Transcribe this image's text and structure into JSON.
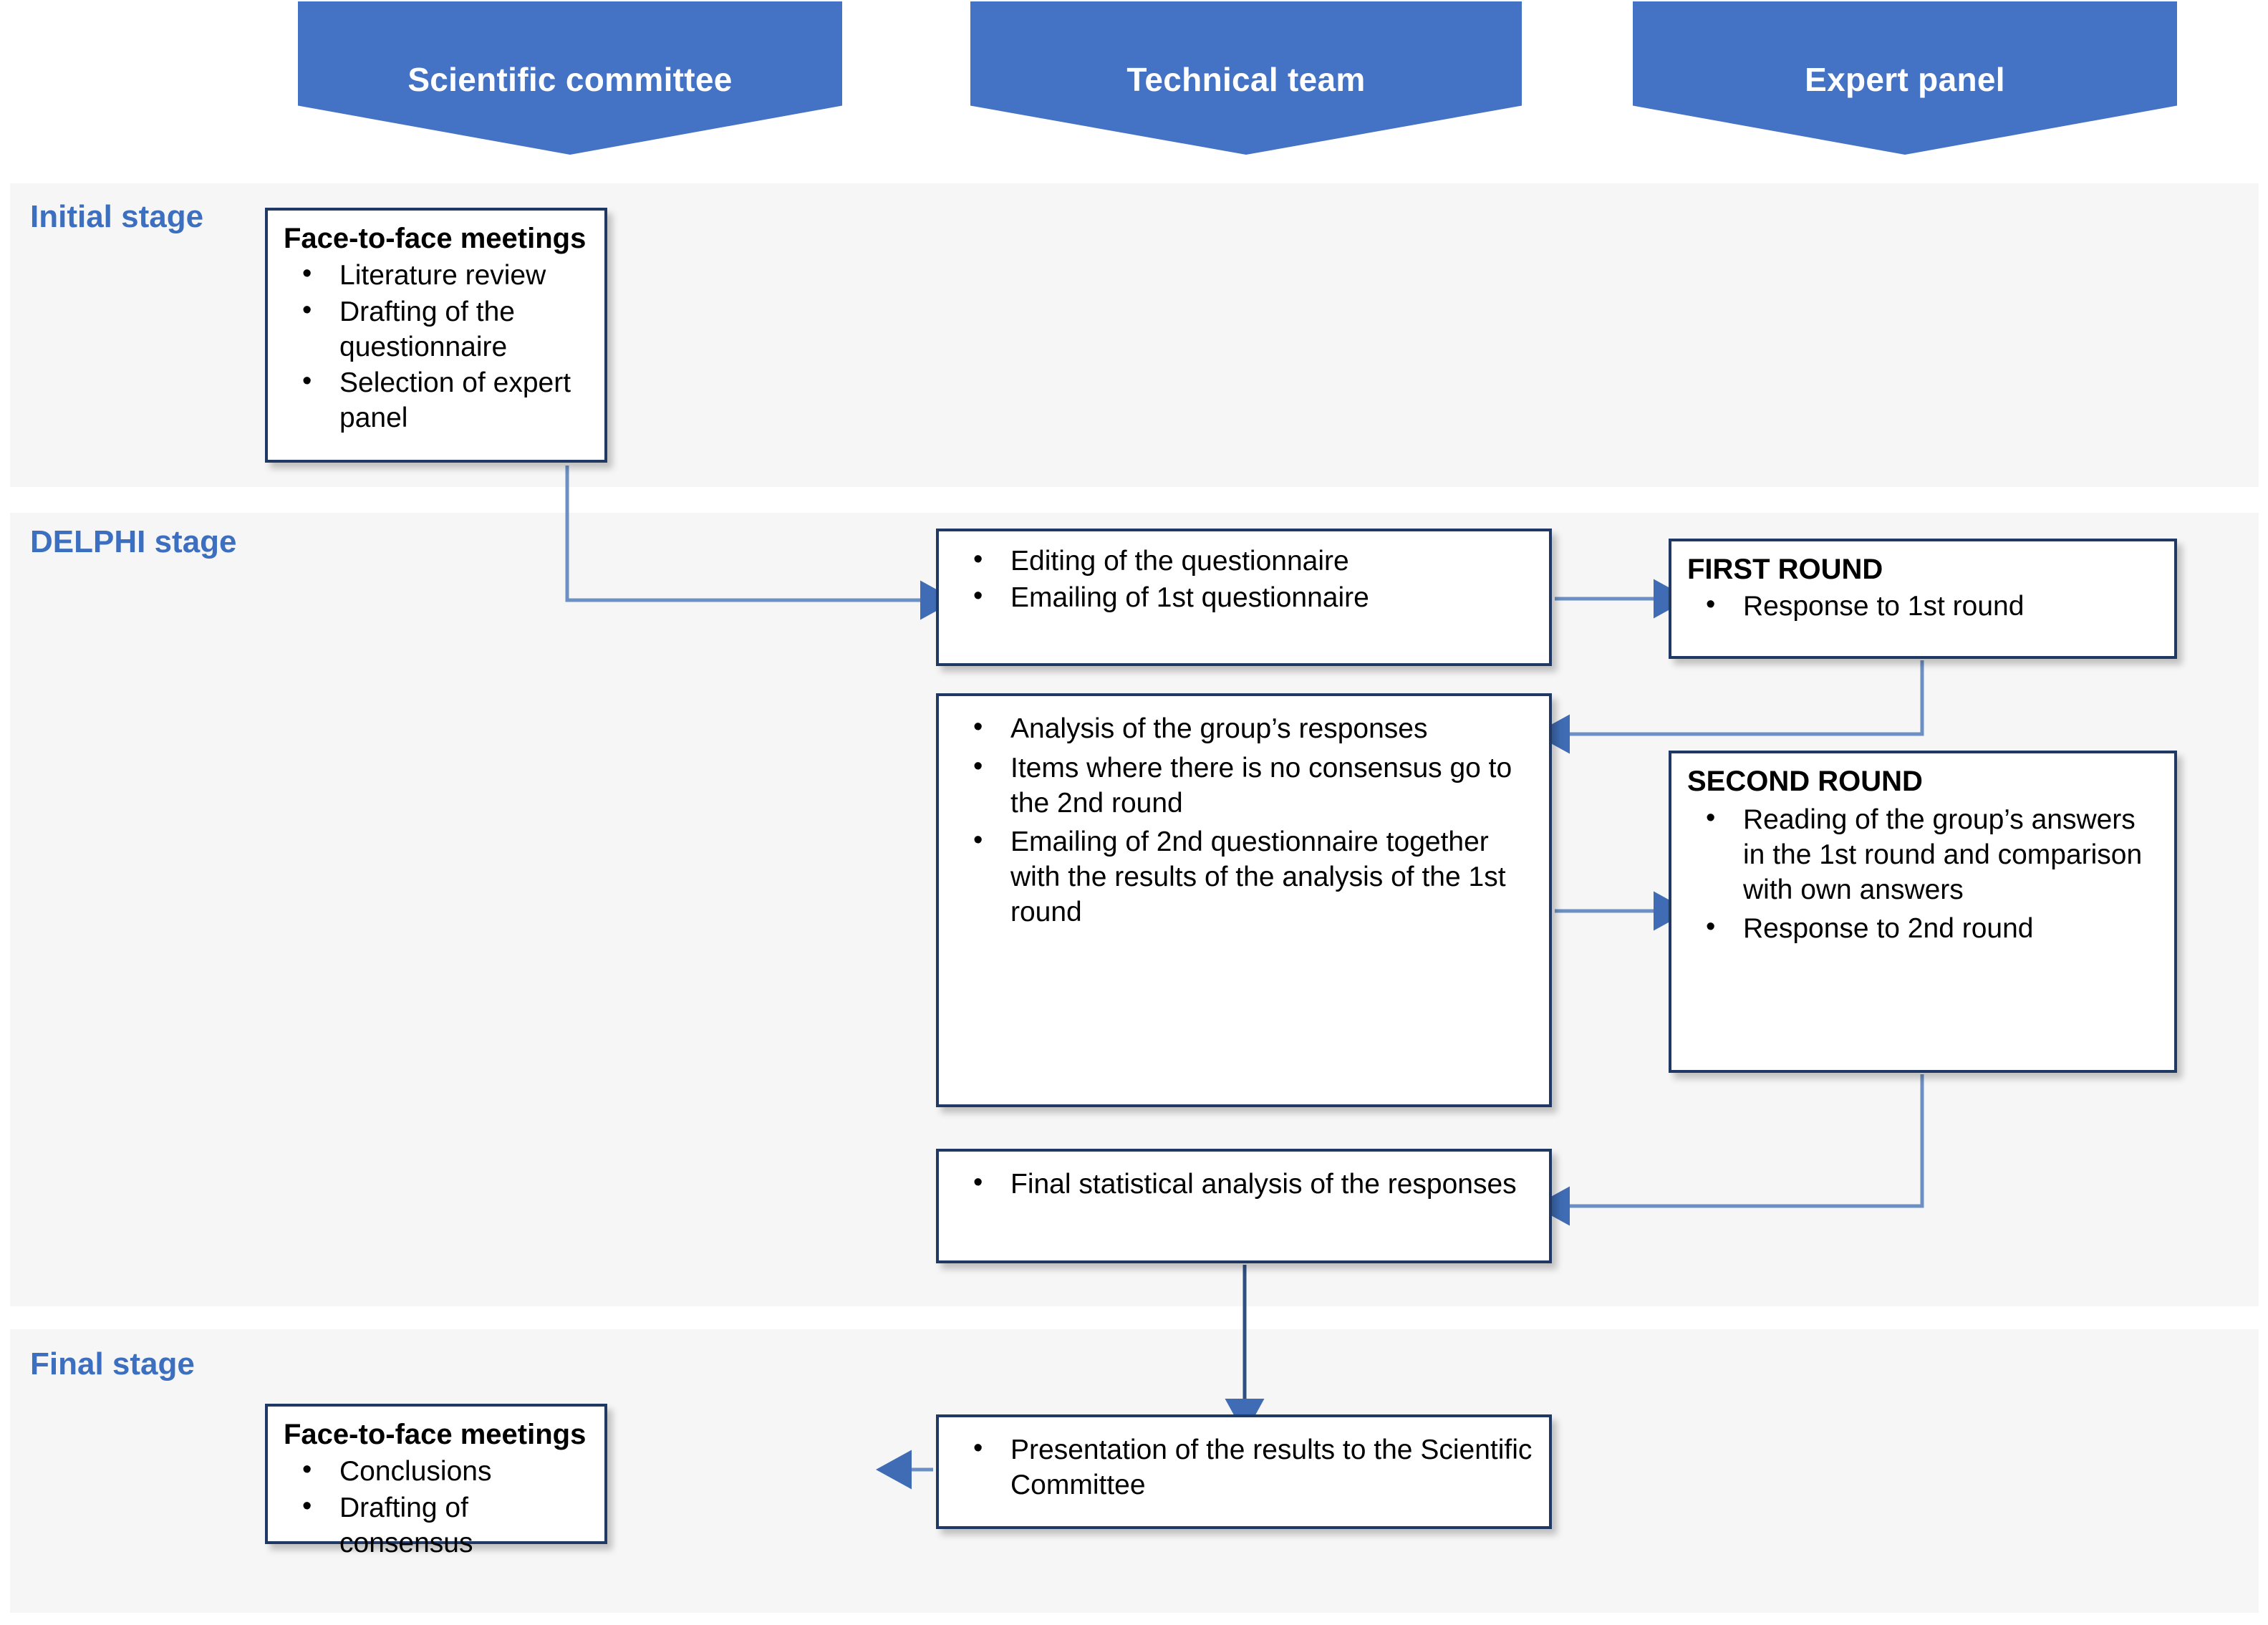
{
  "diagram": {
    "title_colors": {
      "banner_fill": "#4472c4",
      "stage_label": "#3c6fc0",
      "box_border": "#1f3864",
      "band_background": "#f6f6f6",
      "connector": "#4472c4"
    },
    "columns": [
      {
        "id": "scientific-committee",
        "label": "Scientific committee"
      },
      {
        "id": "technical-team",
        "label": "Technical team"
      },
      {
        "id": "expert-panel",
        "label": "Expert panel"
      }
    ],
    "stages": [
      {
        "id": "initial",
        "label": "Initial stage"
      },
      {
        "id": "delphi",
        "label": "DELPHI stage"
      },
      {
        "id": "final",
        "label": "Final stage"
      }
    ],
    "boxes": {
      "initial_meetings": {
        "title": "Face-to-face meetings",
        "items": [
          "Literature review",
          "Drafting of the questionnaire",
          "Selection of expert panel"
        ]
      },
      "edit_questionnaire": {
        "title": "",
        "items": [
          "Editing of the questionnaire",
          "Emailing of 1st questionnaire"
        ]
      },
      "first_round": {
        "title": "FIRST ROUND",
        "items": [
          "Response to 1st round"
        ]
      },
      "analysis": {
        "title": "",
        "items": [
          "Analysis of the group’s responses",
          "Items where there is no consensus go to the 2nd round",
          "Emailing of 2nd questionnaire together with the results of the analysis of the 1st round"
        ]
      },
      "second_round": {
        "title": "SECOND ROUND",
        "items": [
          "Reading of the group’s answers in the 1st round and comparison with own answers",
          "Response to 2nd round"
        ]
      },
      "final_statistics": {
        "title": "",
        "items": [
          "Final statistical analysis of the responses"
        ]
      },
      "presentation": {
        "title": "",
        "items": [
          "Presentation of the results to the Scientific Committee"
        ]
      },
      "final_meetings": {
        "title": "Face-to-face meetings",
        "items": [
          "Conclusions",
          "Drafting of consensus"
        ]
      }
    },
    "connectors": [
      {
        "id": "initial-to-edit",
        "from": "initial_meetings",
        "to": "edit_questionnaire",
        "shape": "elbow-down-right"
      },
      {
        "id": "edit-to-first-round",
        "from": "edit_questionnaire",
        "to": "first_round",
        "shape": "right"
      },
      {
        "id": "first-round-to-analysis",
        "from": "first_round",
        "to": "analysis",
        "shape": "elbow-down-left"
      },
      {
        "id": "analysis-to-second-round",
        "from": "analysis",
        "to": "second_round",
        "shape": "right"
      },
      {
        "id": "second-round-to-stats",
        "from": "second_round",
        "to": "final_statistics",
        "shape": "elbow-down-left"
      },
      {
        "id": "stats-to-presentation",
        "from": "final_statistics",
        "to": "presentation",
        "shape": "down"
      },
      {
        "id": "presentation-to-final",
        "from": "presentation",
        "to": "final_meetings",
        "shape": "left"
      }
    ]
  }
}
